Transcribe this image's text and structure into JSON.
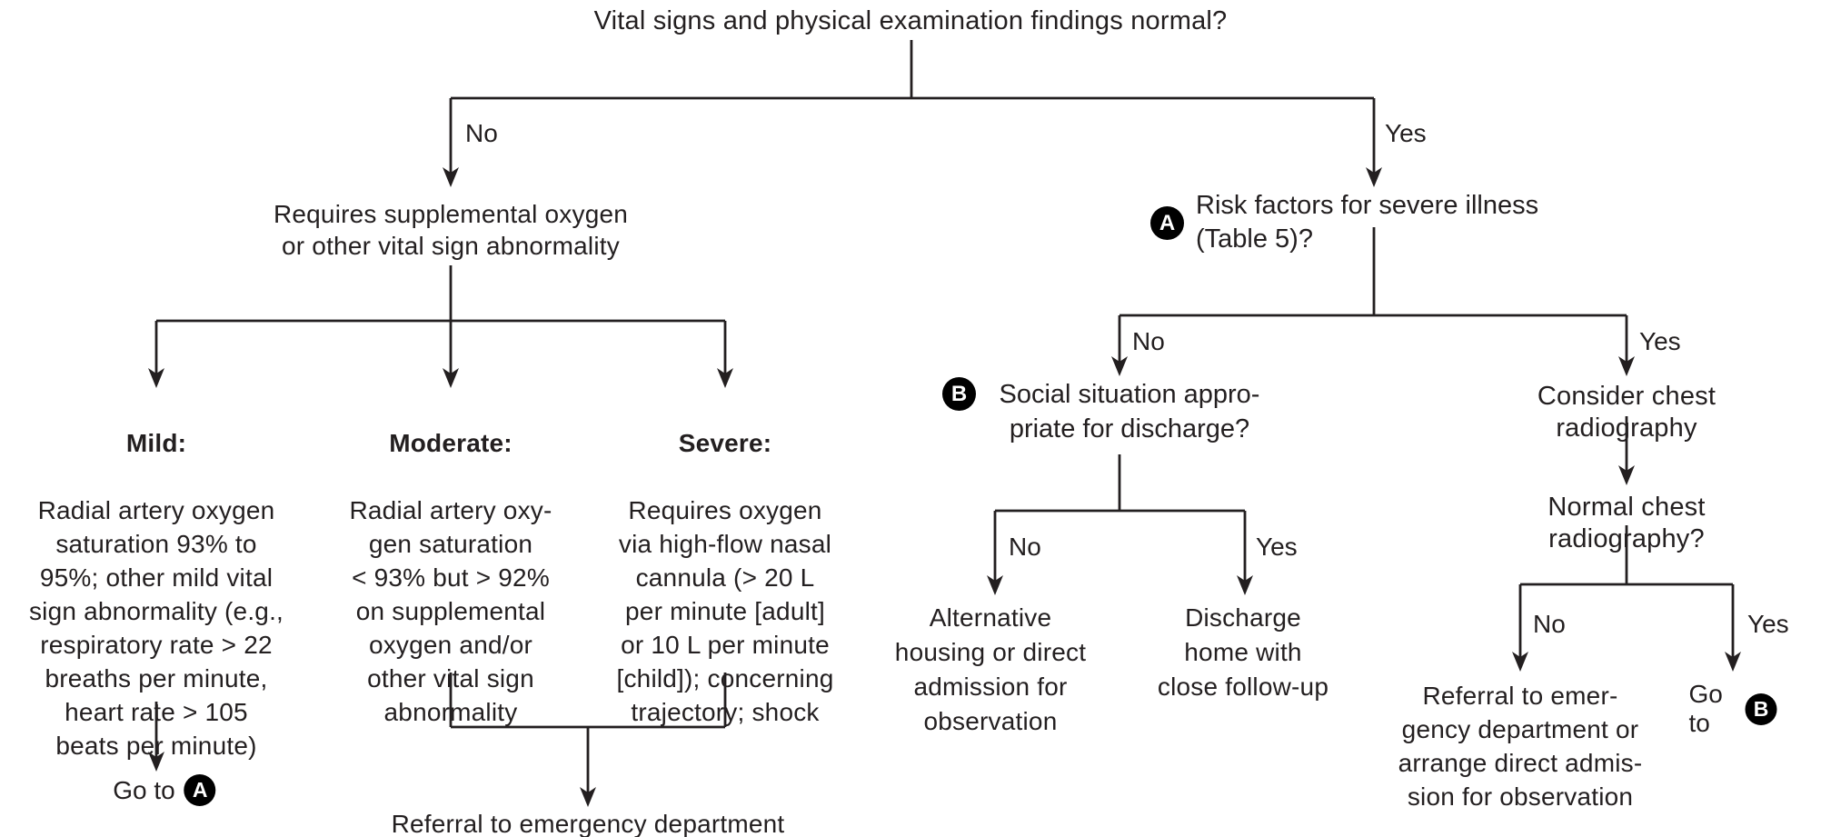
{
  "title": "Vital signs and physical examination findings normal?",
  "colors": {
    "ink": "#231f20",
    "badge_bg": "#000000",
    "badge_fg": "#ffffff",
    "background": "#ffffff"
  },
  "left_branch": {
    "branch_label": "No",
    "question": "Requires supplemental oxygen\nor other vital sign abnormality",
    "mild": {
      "heading": "Mild:",
      "body": "Radial artery oxygen\nsaturation 93% to\n95%; other mild vital\nsign abnormality (e.g.,\nrespiratory rate > 22\nbreaths per minute,\nheart rate > 105\nbeats per minute)",
      "outcome_text": "Go to",
      "outcome_badge": "A"
    },
    "moderate": {
      "heading": "Moderate:",
      "body": "Radial artery oxy-\ngen saturation\n< 93% but > 92%\non supplemental\noxygen and/or\nother vital sign\nabnormality"
    },
    "severe": {
      "heading": "Severe:",
      "body": "Requires oxygen\nvia high-flow nasal\ncannula (> 20 L\nper minute [adult]\nor 10 L per minute\n[child]); concerning\ntrajectory; shock"
    },
    "merged_outcome": "Referral to emergency department"
  },
  "right_branch": {
    "branch_label": "Yes",
    "question_a": {
      "badge": "A",
      "text": "Risk factors for severe illness (Table 5)?"
    },
    "no_path": {
      "branch_label": "No",
      "question_b": {
        "badge": "B",
        "text": "Social situation appro-\npriate for discharge?"
      },
      "no_outcome": {
        "branch_label": "No",
        "text": "Alternative\nhousing or direct\nadmission for\nobservation"
      },
      "yes_outcome": {
        "branch_label": "Yes",
        "text": "Discharge\nhome with\nclose follow-up"
      }
    },
    "yes_path": {
      "branch_label": "Yes",
      "action": "Consider chest radiography",
      "question": "Normal chest radiography?",
      "no_outcome": {
        "branch_label": "No",
        "text": "Referral to emer-\ngency department or\narrange direct admis-\nsion for observation"
      },
      "yes_outcome": {
        "branch_label": "Yes",
        "text": "Go to",
        "badge": "B"
      }
    }
  }
}
